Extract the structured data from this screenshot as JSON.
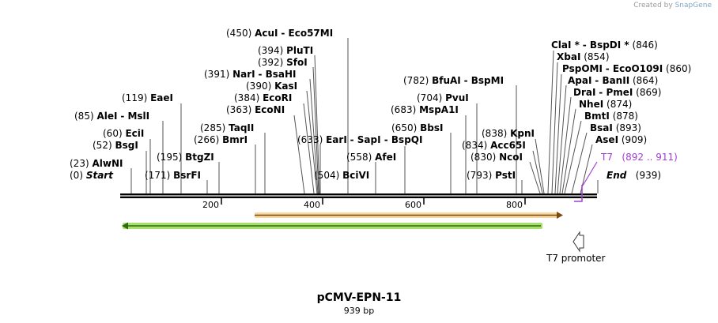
{
  "credit": {
    "prefix": "Created by",
    "brand": "SnapGene"
  },
  "map": {
    "name": "pCMV-EPN-11",
    "length_label": "939 bp",
    "ruler": [
      "200",
      "400",
      "600",
      "800"
    ]
  },
  "labels": [
    {
      "text_pos": "(450)",
      "text_name": "AcuI",
      "extra": "- Eco57MI"
    },
    {
      "text_pos": "(394)",
      "text_name": "PluTI"
    },
    {
      "text_pos": "(392)",
      "text_name": "SfoI"
    },
    {
      "text_pos": "(391)",
      "text_name": "NarI",
      "extra": "- BsaHI"
    },
    {
      "text_pos": "(390)",
      "text_name": "KasI"
    },
    {
      "text_pos": "(384)",
      "text_name": "EcoRI"
    },
    {
      "text_pos": "(363)",
      "text_name": "EcoNI"
    },
    {
      "text_pos": "(285)",
      "text_name": "TaqII"
    },
    {
      "text_pos": "(266)",
      "text_name": "BmrI"
    },
    {
      "text_pos": "(119)",
      "text_name": "EaeI"
    },
    {
      "text_pos": "(85)",
      "text_name": "AleI",
      "extra": "- MslI"
    },
    {
      "text_pos": "(60)",
      "text_name": "EciI"
    },
    {
      "text_pos": "(52)",
      "text_name": "BsgI"
    },
    {
      "text_pos": "(195)",
      "text_name": "BtgZI"
    },
    {
      "text_pos": "(23)",
      "text_name": "AlwNI"
    },
    {
      "text_pos": "(0)",
      "text_name": "Start"
    },
    {
      "text_pos": "(171)",
      "text_name": "BsrFI"
    },
    {
      "text_pos": "(633)",
      "text_name": "EarI",
      "extra": "- SapI - BspQI"
    },
    {
      "text_pos": "(558)",
      "text_name": "AfeI"
    },
    {
      "text_pos": "(504)",
      "text_name": "BciVI"
    },
    {
      "text_pos": "(782)",
      "text_name": "BfuAI",
      "extra": "- BspMI"
    },
    {
      "text_pos": "(704)",
      "text_name": "PvuI"
    },
    {
      "text_pos": "(683)",
      "text_name": "MspA1I"
    },
    {
      "text_pos": "(650)",
      "text_name": "BbsI"
    },
    {
      "text_pos": "(838)",
      "text_name": "KpnI"
    },
    {
      "text_pos": "(834)",
      "text_name": "Acc65I"
    },
    {
      "text_pos": "(830)",
      "text_name": "NcoI"
    },
    {
      "text_pos": "(793)",
      "text_name": "PstI"
    },
    {
      "text_pos": "(846)",
      "text_name": "ClaI *",
      "extra": "- BspDI *"
    },
    {
      "text_pos": "(854)",
      "text_name": "XbaI"
    },
    {
      "text_pos": "(860)",
      "text_name": "PspOMI",
      "extra": "- EcoO109I"
    },
    {
      "text_pos": "(864)",
      "text_name": "ApaI",
      "extra": "- BanII"
    },
    {
      "text_pos": "(869)",
      "text_name": "DraI",
      "extra": "- PmeI"
    },
    {
      "text_pos": "(874)",
      "text_name": "NheI"
    },
    {
      "text_pos": "(878)",
      "text_name": "BmtI"
    },
    {
      "text_pos": "(893)",
      "text_name": "BsaI"
    },
    {
      "text_pos": "(909)",
      "text_name": "AseI"
    },
    {
      "text_pos": "(892 .. 911)",
      "text_name": "T7"
    },
    {
      "text_pos": "(939)",
      "text_name": "End"
    }
  ],
  "features": {
    "t7_promoter_label": "T7 promoter"
  },
  "colors": {
    "orange_feature": "#f0a030",
    "green_feature": "#4caf2a",
    "t7_purple": "#a23fd1"
  }
}
